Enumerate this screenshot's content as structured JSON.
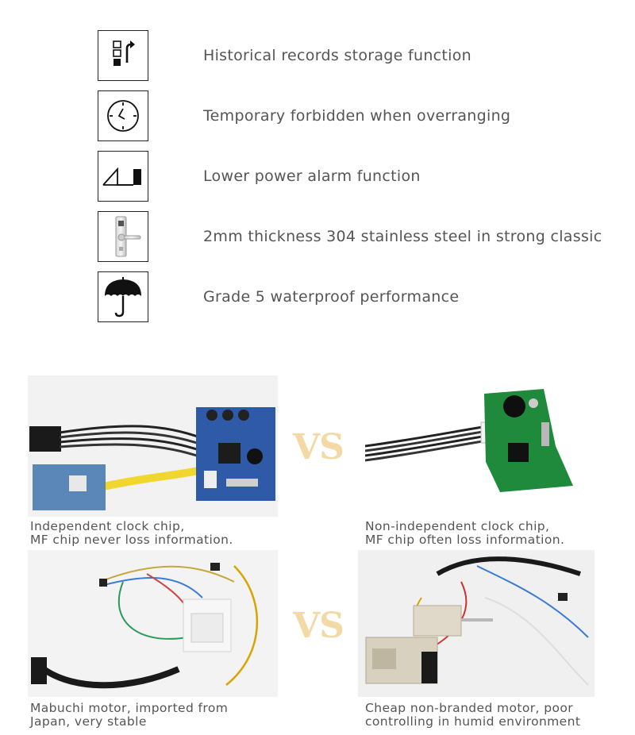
{
  "features": [
    {
      "icon": "records-storage-icon",
      "label": "Historical records storage function"
    },
    {
      "icon": "clock-icon",
      "label": "Temporary forbidden when overranging"
    },
    {
      "icon": "battery-alarm-icon",
      "label": "Lower power alarm function"
    },
    {
      "icon": "door-lock-icon",
      "label": "2mm thickness 304 stainless steel in strong classic"
    },
    {
      "icon": "umbrella-icon",
      "label": "Grade 5 waterproof performance"
    }
  ],
  "comparisons": [
    {
      "vs_label": "VS",
      "left_caption": [
        "Independent clock chip,",
        "MF chip never loss information."
      ],
      "right_caption": [
        "Non-independent clock chip,",
        "MF chip often loss information."
      ]
    },
    {
      "vs_label": "VS",
      "left_caption": [
        "Mabuchi motor, imported from",
        "Japan, very stable"
      ],
      "right_caption": [
        "Cheap non-branded motor, poor",
        "controlling in humid environment"
      ]
    }
  ],
  "colors": {
    "vs": "#f3d9a6",
    "pcb_blue": "#2f5aa8",
    "pcb_green": "#1f8a3c"
  }
}
